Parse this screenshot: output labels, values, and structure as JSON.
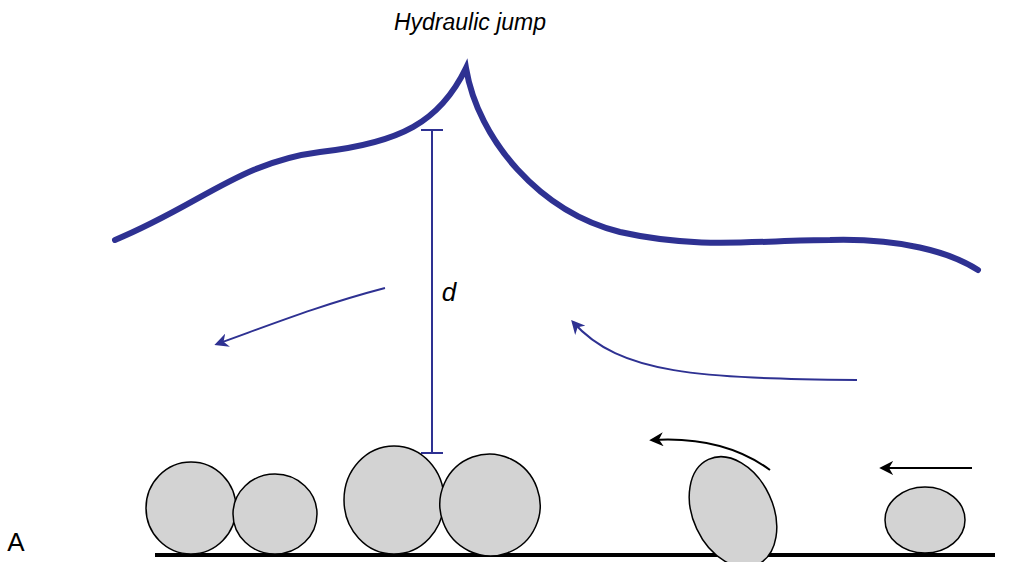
{
  "diagram": {
    "labels": [
      "Hydraulic jump",
      "d",
      "A"
    ]
  }
}
